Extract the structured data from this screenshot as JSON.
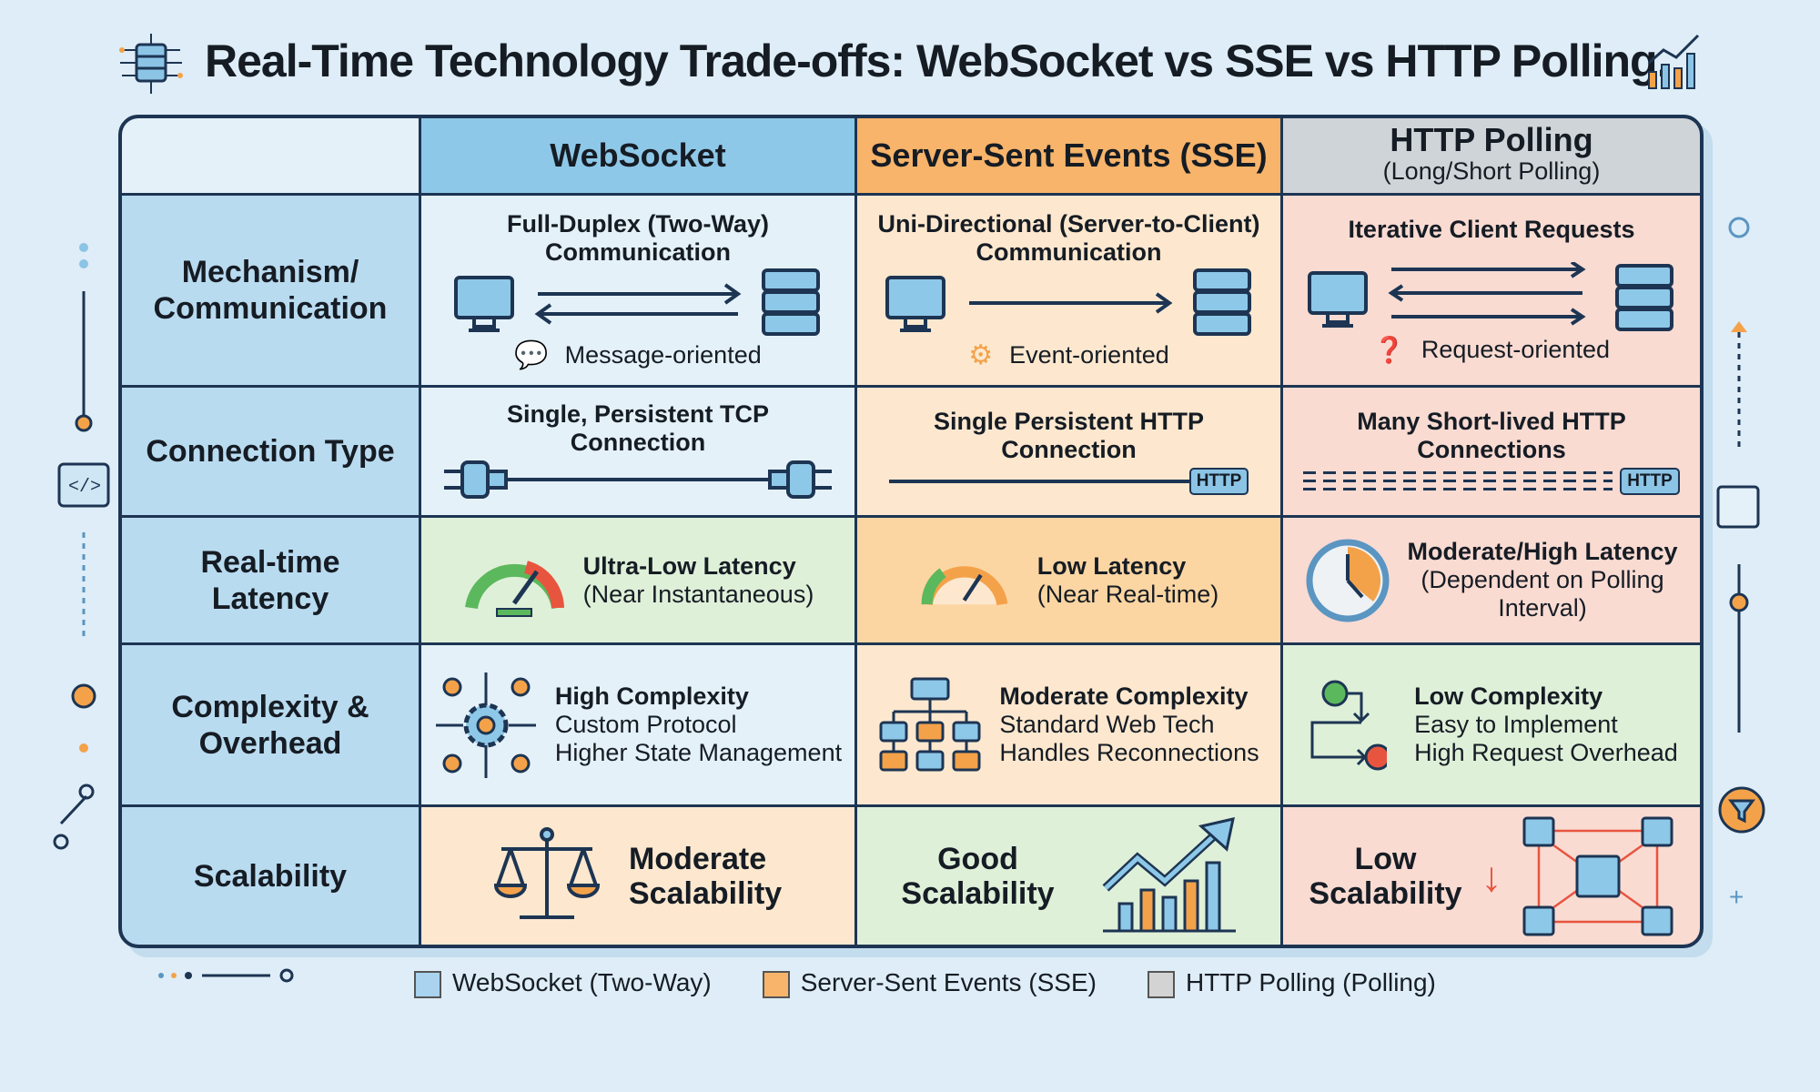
{
  "title": "Real-Time Technology Trade-offs: WebSocket vs SSE vs HTTP Polling.",
  "headers": {
    "ws": "WebSocket",
    "sse": "Server-Sent Events (SSE)",
    "http": "HTTP Polling",
    "http_sub": "(Long/Short Polling)"
  },
  "rows": {
    "mechanism": {
      "label": "Mechanism/ Communication",
      "ws": "Full-Duplex (Two-Way) Communication",
      "ws_note": "Message-oriented",
      "sse": "Uni-Directional (Server-to-Client) Communication",
      "sse_note": "Event-oriented",
      "http": "Iterative Client Requests",
      "http_note": "Request-oriented"
    },
    "connection": {
      "label": "Connection Type",
      "ws": "Single, Persistent TCP Connection",
      "sse": "Single Persistent HTTP Connection",
      "sse_badge": "HTTP",
      "http": "Many Short-lived HTTP Connections",
      "http_badge": "HTTP"
    },
    "latency": {
      "label": "Real-time Latency",
      "ws_title": "Ultra-Low Latency",
      "ws_sub": "(Near Instantaneous)",
      "sse_title": "Low Latency",
      "sse_sub": "(Near Real-time)",
      "http_title": "Moderate/High Latency",
      "http_sub": "(Dependent on Polling Interval)"
    },
    "complexity": {
      "label": "Complexity & Overhead",
      "ws_title": "High Complexity",
      "ws_l1": "Custom Protocol",
      "ws_l2": "Higher State Management",
      "sse_title": "Moderate Complexity",
      "sse_l1": "Standard Web Tech",
      "sse_l2": "Handles Reconnections",
      "http_title": "Low Complexity",
      "http_l1": "Easy to Implement",
      "http_l2": "High Request Overhead"
    },
    "scalability": {
      "label": "Scalability",
      "ws": "Moderate Scalability",
      "sse": "Good Scalability",
      "http": "Low Scalability"
    }
  },
  "legend": [
    {
      "label": "WebSocket (Two-Way)",
      "color": "#a9d3ee"
    },
    {
      "label": "Server-Sent Events (SSE)",
      "color": "#f7b46a"
    },
    {
      "label": "HTTP Polling (Polling)",
      "color": "#d3d3d3"
    }
  ]
}
